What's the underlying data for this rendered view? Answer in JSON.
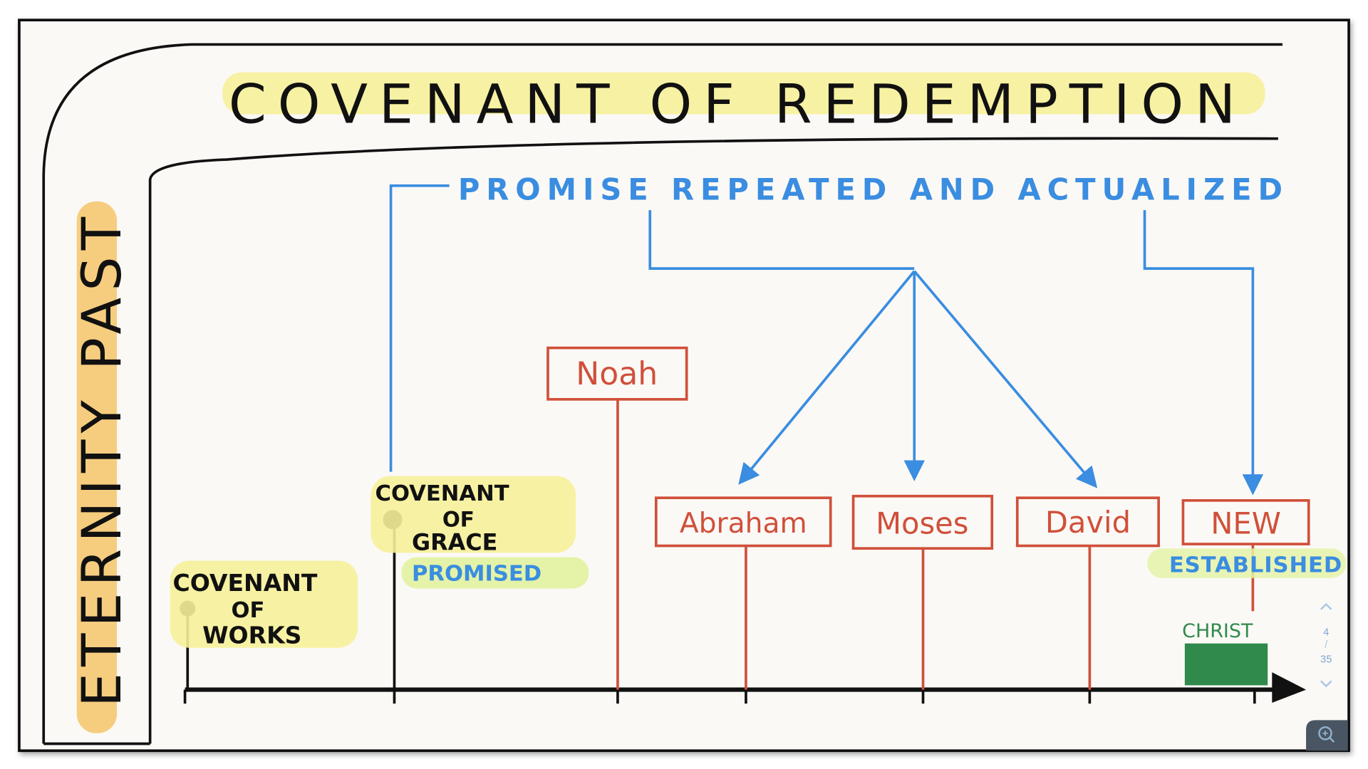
{
  "title": "COVENANT OF REDEMPTION",
  "eternity_label": "ETERNITY PAST",
  "promise_label": "PROMISE REPEATED AND ACTUALIZED",
  "covenant_of_works": {
    "lines": [
      "COVENANT",
      "OF",
      "WORKS"
    ]
  },
  "covenant_of_grace": {
    "lines": [
      "COVENANT",
      "OF",
      "GRACE"
    ],
    "status": "PROMISED"
  },
  "events": [
    {
      "label": "Noah"
    },
    {
      "label": "Abraham"
    },
    {
      "label": "Moses"
    },
    {
      "label": "David"
    },
    {
      "label": "NEW"
    }
  ],
  "new_status": "ESTABLISHED",
  "christ_label": "CHRIST",
  "pagination": {
    "current": "4",
    "separator": "/",
    "total": "35"
  },
  "icons": {
    "prev": "chevron-up-icon",
    "next": "chevron-down-icon",
    "zoom": "zoom-in-icon"
  },
  "colors": {
    "black": "#111111",
    "blue": "#3a8de0",
    "red": "#d0503a",
    "green": "#2f8a4c",
    "yellow": "#f6ef9a",
    "orange": "#f5c56a",
    "lime": "#e4f3a8",
    "paper": "#fbf9f6"
  }
}
